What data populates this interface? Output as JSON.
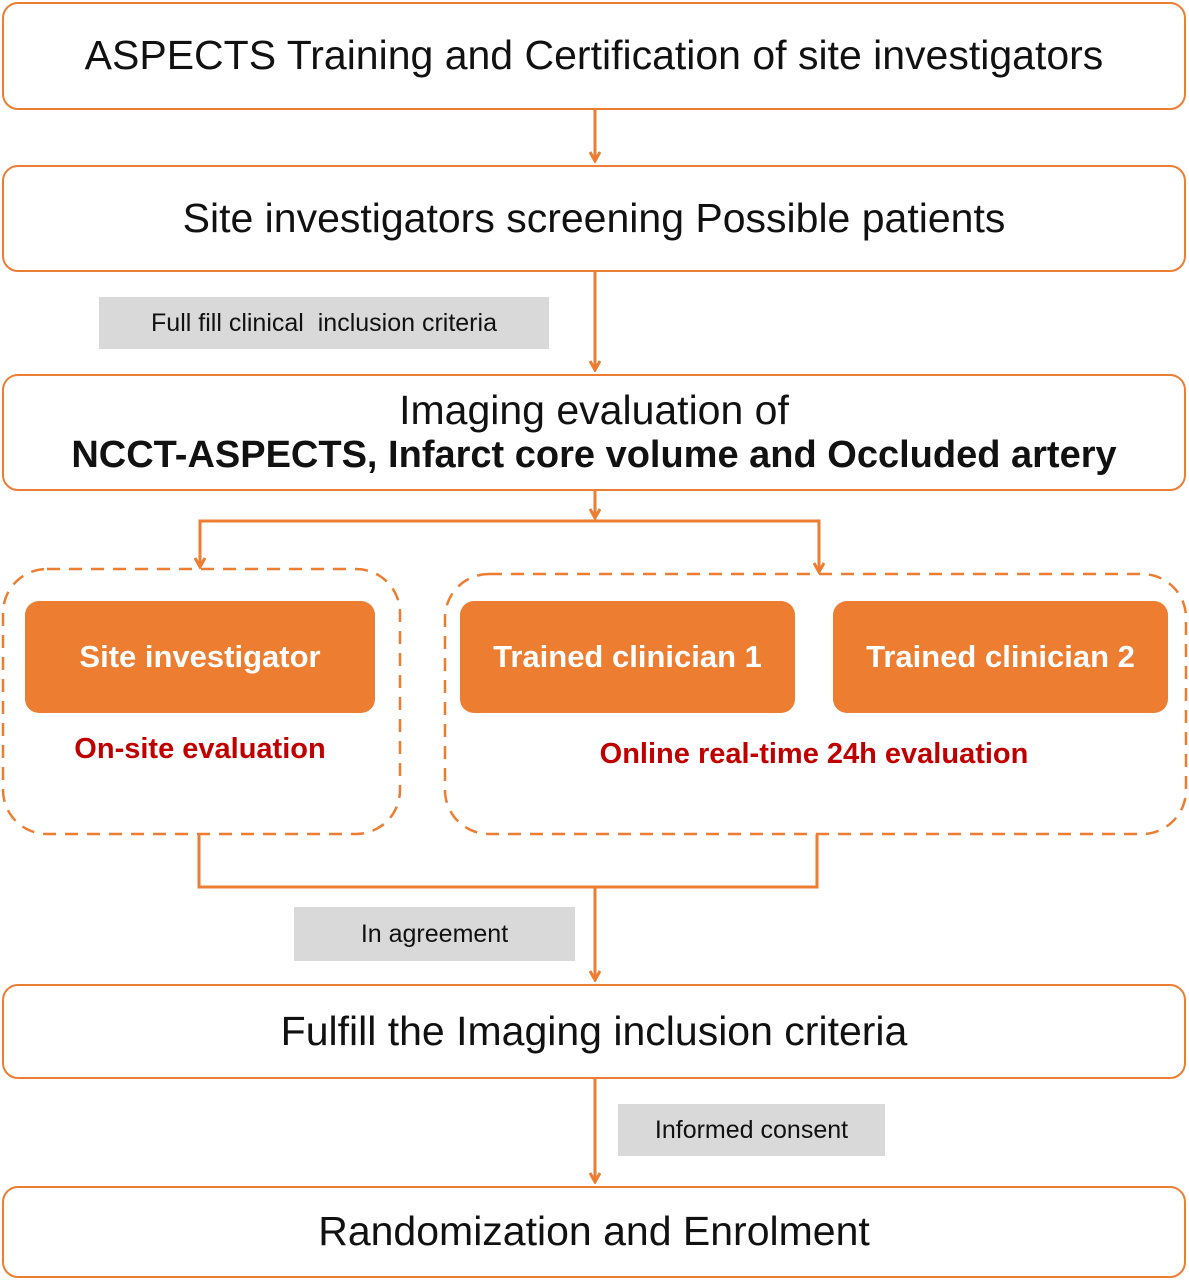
{
  "colors": {
    "accent": "#ED7D31",
    "label_gray": "#D9D9D9",
    "highlight_red": "#C00000"
  },
  "steps": {
    "training": "ASPECTS Training and Certification of site investigators",
    "screening": "Site investigators screening Possible patients",
    "imaging_line1": "Imaging evaluation of",
    "imaging_line2": "NCCT-ASPECTS, Infarct core volume and Occluded artery",
    "fulfill": "Fulfill the Imaging inclusion criteria",
    "randomization": "Randomization and Enrolment"
  },
  "conditions": {
    "clinical": "Full fill clinical  inclusion criteria",
    "agreement": "In agreement",
    "consent": "Informed consent"
  },
  "evaluators": {
    "site": "Site investigator",
    "clinician1": "Trained clinician 1",
    "clinician2": "Trained clinician 2"
  },
  "evaluation_modes": {
    "onsite": "On-site evaluation",
    "online": "Online real-time 24h evaluation"
  }
}
